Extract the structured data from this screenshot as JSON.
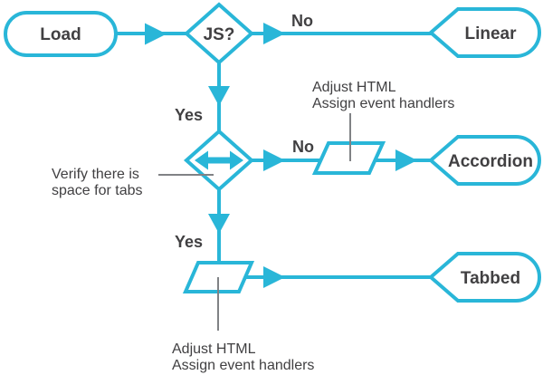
{
  "colors": {
    "accent": "#29b6d8",
    "ink": "#414042",
    "leader_gray": "#808285",
    "shape_fill": "#ffffff"
  },
  "nodes": {
    "load": {
      "label": "Load",
      "type": "terminator"
    },
    "js": {
      "label": "JS?",
      "type": "decision"
    },
    "linear": {
      "label": "Linear",
      "type": "result"
    },
    "space": {
      "type": "decision",
      "icon": "horizontal-double-arrow"
    },
    "accordion": {
      "label": "Accordion",
      "type": "result"
    },
    "tabbed": {
      "label": "Tabbed",
      "type": "result"
    }
  },
  "edges": {
    "js_no": {
      "label": "No"
    },
    "js_yes": {
      "label": "Yes"
    },
    "space_no": {
      "label": "No"
    },
    "space_yes": {
      "label": "Yes"
    }
  },
  "annotations": {
    "adjust_top": {
      "line1": "Adjust HTML",
      "line2": "Assign event handlers"
    },
    "verify": {
      "line1": "Verify there is",
      "line2": "space for tabs"
    },
    "adjust_bottom": {
      "line1": "Adjust HTML",
      "line2": "Assign event handlers"
    }
  }
}
